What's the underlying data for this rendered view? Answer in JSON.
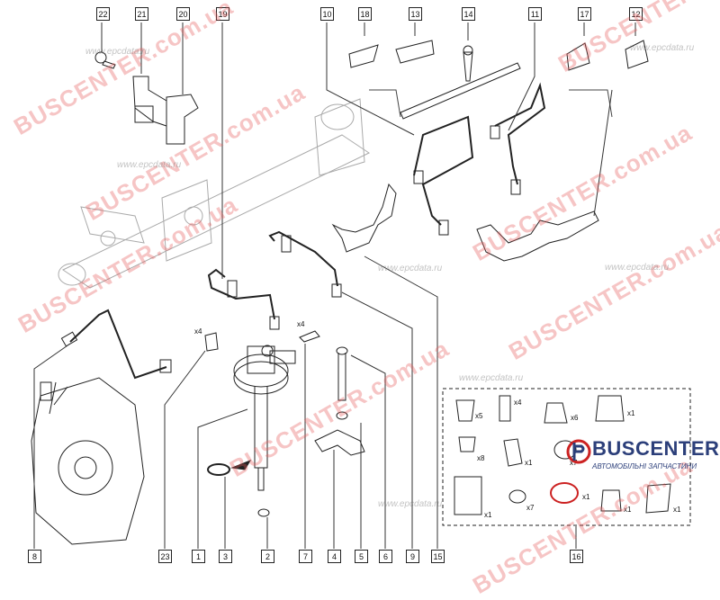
{
  "callouts": {
    "c1": "1",
    "c2": "2",
    "c3": "3",
    "c4": "4",
    "c5": "5",
    "c6": "6",
    "c7": "7",
    "c8": "8",
    "c9": "9",
    "c10": "10",
    "c11": "11",
    "c12": "12",
    "c13": "13",
    "c14": "14",
    "c15": "15",
    "c16": "16",
    "c17": "17",
    "c18": "18",
    "c19": "19",
    "c20": "20",
    "c21": "21",
    "c22": "22",
    "c23": "23"
  },
  "quantities": {
    "q23": "x4",
    "q7": "x4",
    "k1": "x5",
    "k2": "x4",
    "k3": "x6",
    "k4": "x1",
    "k5": "x8",
    "k6": "x1",
    "k7": "x7",
    "k8": "x1",
    "k9": "x1",
    "k10": "x7",
    "k11": "x1",
    "k12": "x1"
  },
  "watermarks": {
    "big": "BUSCENTER.com.ua",
    "site": "www.epcdata.ru"
  },
  "logo": {
    "brand": "BUSCENTER",
    "tagline": "АВТОМОБІЛЬНІ ЗАПЧАСТИНИ"
  },
  "colors": {
    "line": "#222222",
    "watermark": "#e65a5a",
    "logo": "#2c3f7a"
  }
}
